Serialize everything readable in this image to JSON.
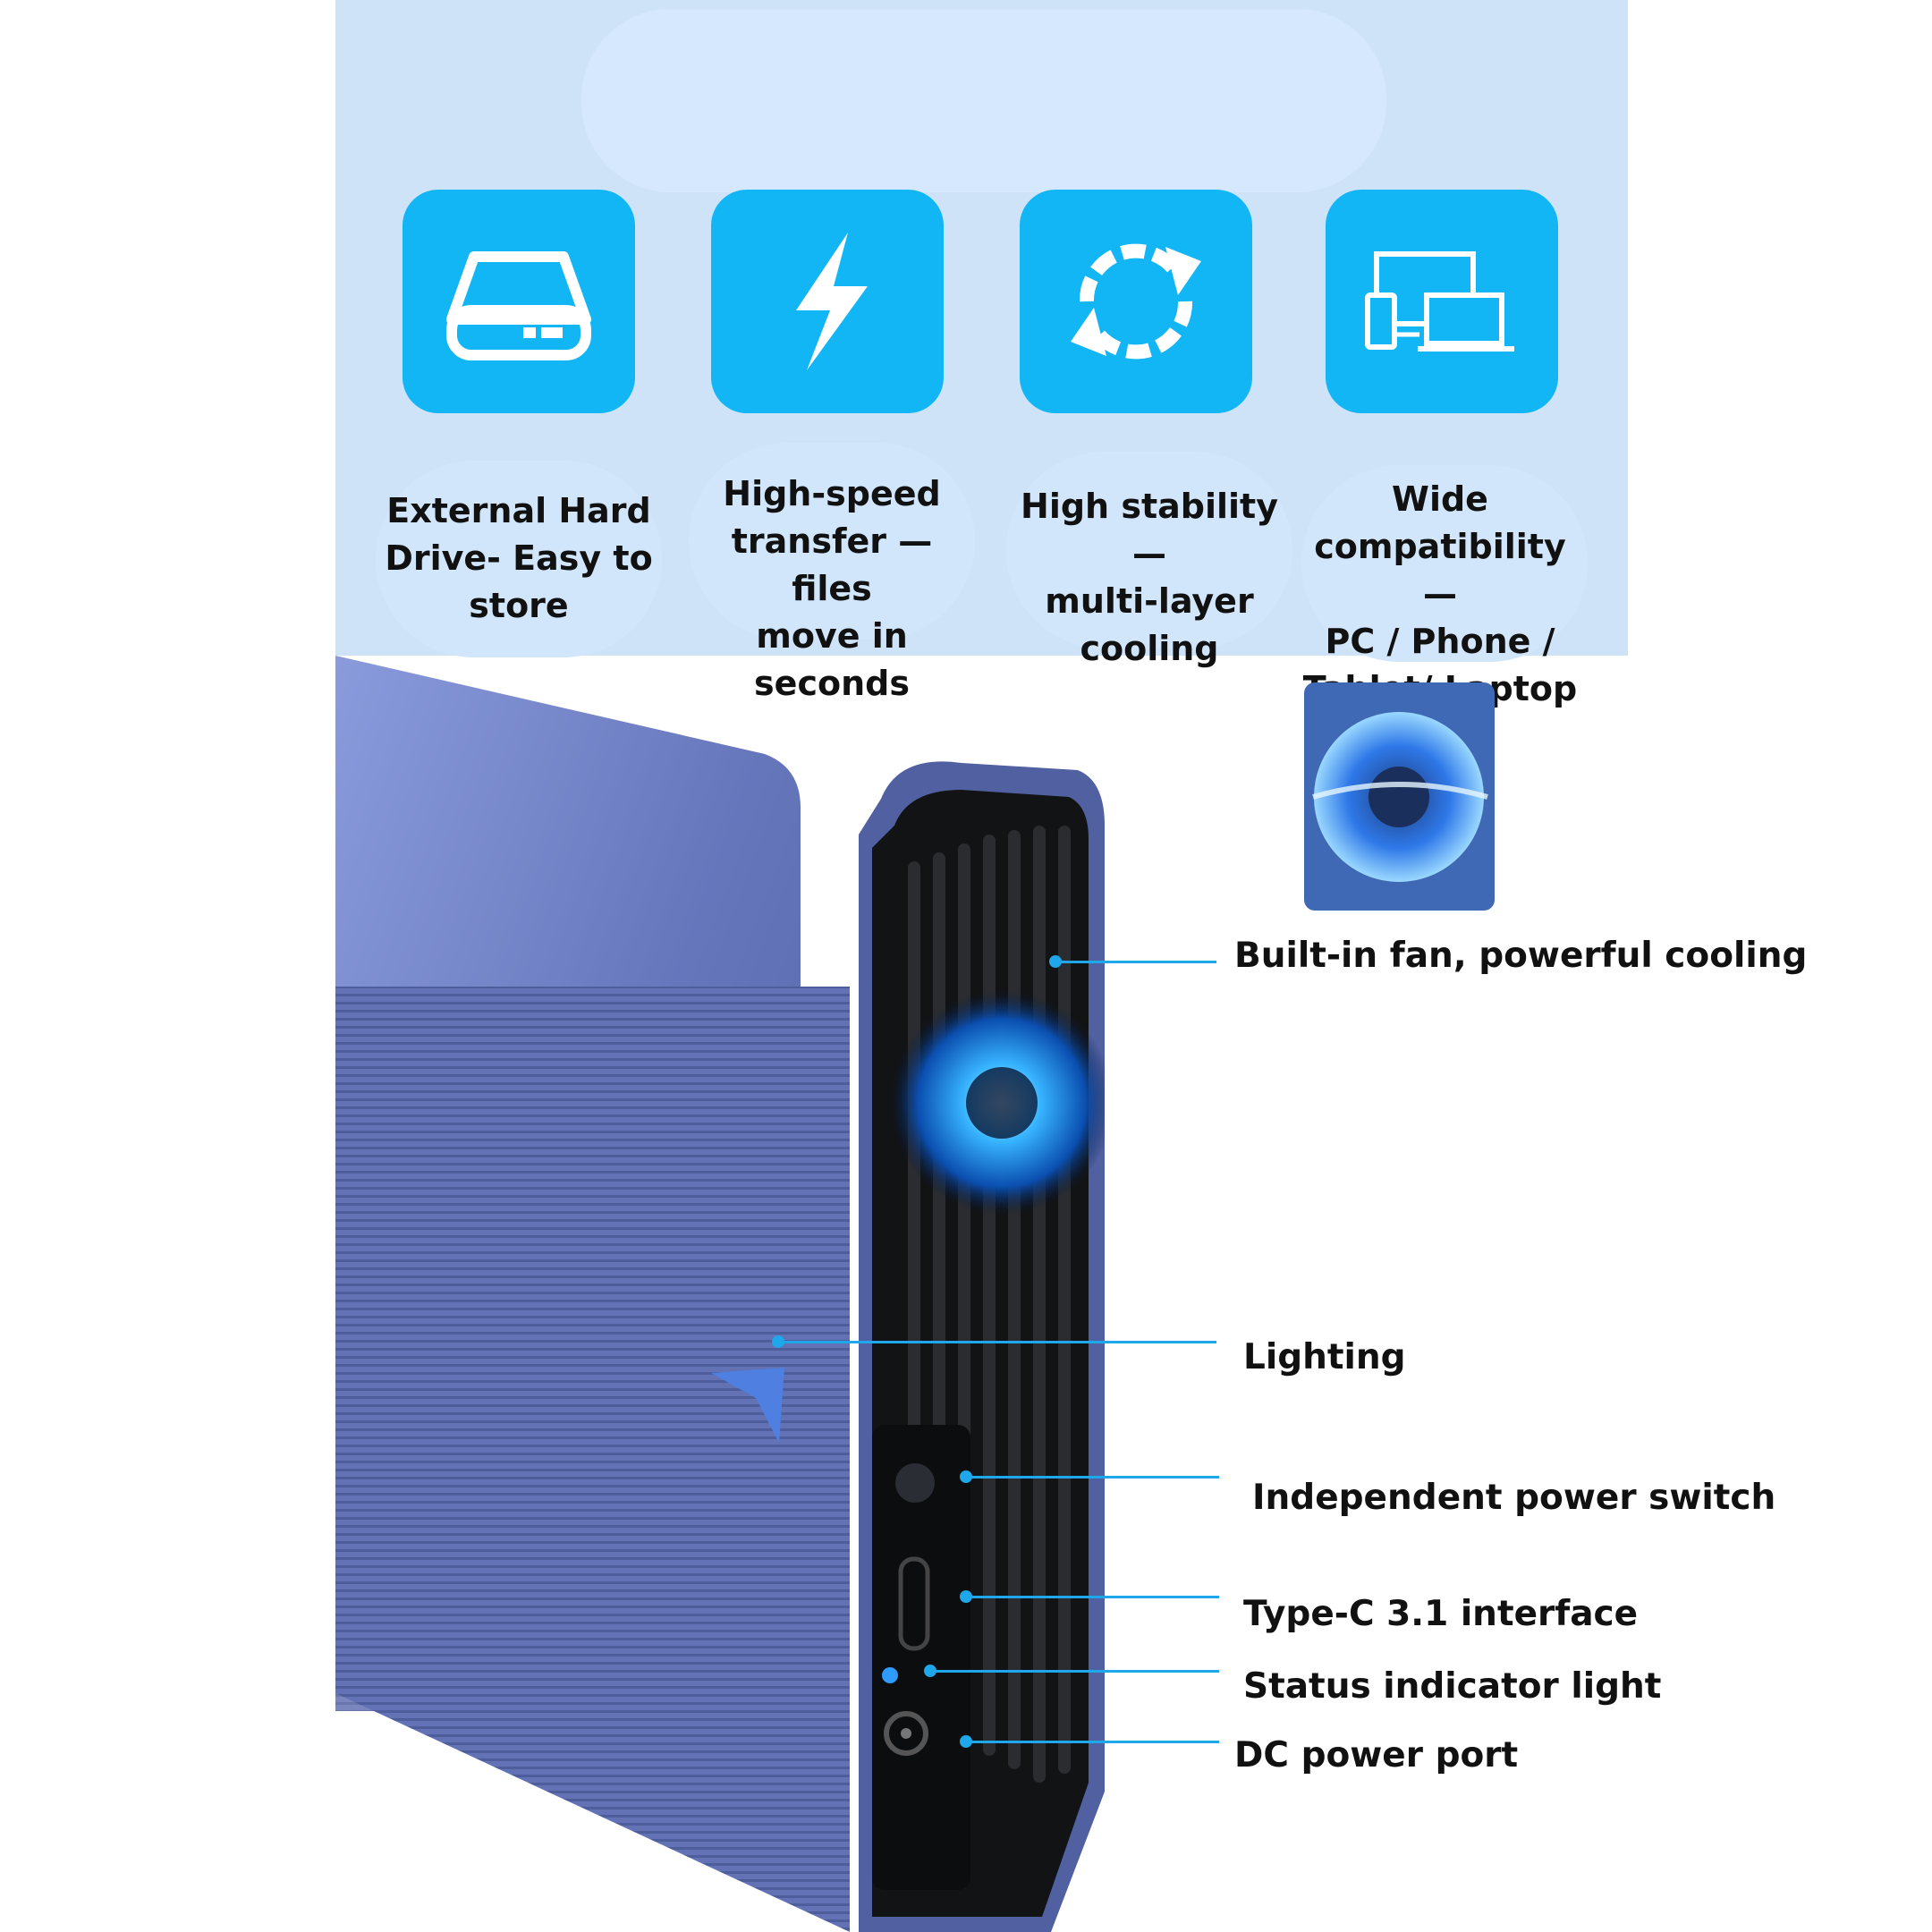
{
  "features": [
    {
      "icon": "hard-drive-icon",
      "caption_lines": [
        "External Hard",
        "Drive- Easy to",
        "store"
      ]
    },
    {
      "icon": "lightning-bolt-icon",
      "caption_lines": [
        "High-speed",
        "transfer — files",
        "move in seconds"
      ]
    },
    {
      "icon": "sync-arrows-icon",
      "caption_lines": [
        "High stability —",
        "multi-layer",
        "cooling"
      ]
    },
    {
      "icon": "devices-icon",
      "caption_lines": [
        "Wide",
        "compatibility —",
        "PC / Phone /",
        "Tablet/ Laptop"
      ]
    }
  ],
  "callouts": [
    {
      "label": "Built-in fan, powerful cooling"
    },
    {
      "label": "Lighting"
    },
    {
      "label": "Independent power switch"
    },
    {
      "label": "Type-C 3.1 interface"
    },
    {
      "label": "Status indicator light"
    },
    {
      "label": "DC power port"
    }
  ],
  "colors": {
    "accent": "#12b6f4",
    "panel": "#cfe3f8",
    "enclosure": "#5f6fb0",
    "callout_line": "#1ea7ea"
  }
}
